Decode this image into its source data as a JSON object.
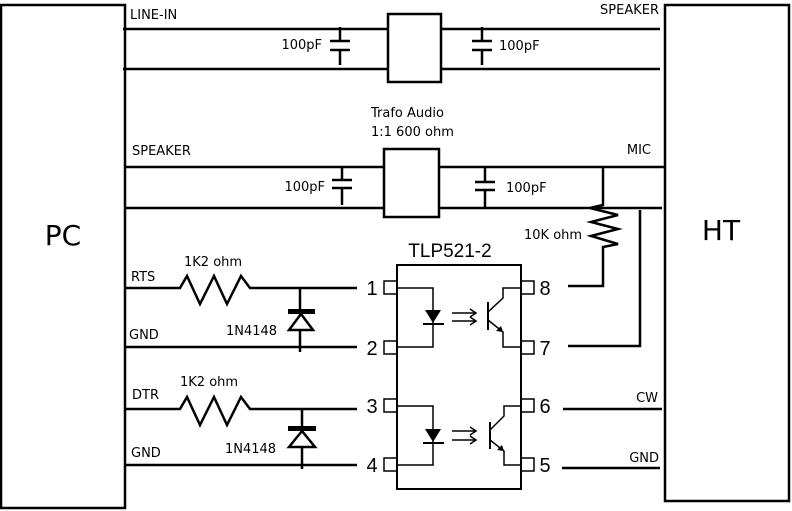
{
  "blocks": {
    "pc": "PC",
    "ht": "HT"
  },
  "signals": {
    "line_in": "LINE-IN",
    "speaker_top_right": "SPEAKER",
    "speaker_left": "SPEAKER",
    "mic": "MIC",
    "rts": "RTS",
    "gnd_1": "GND",
    "dtr": "DTR",
    "gnd_2": "GND",
    "cw": "CW",
    "gnd_ht": "GND"
  },
  "components": {
    "cap_1": "100pF",
    "cap_2": "100pF",
    "cap_3": "100pF",
    "cap_4": "100pF",
    "trafo_line1": "Trafo Audio",
    "trafo_line2": "1:1 600 ohm",
    "resistor_10k": "10K ohm",
    "resistor_rts": "1K2 ohm",
    "resistor_dtr": "1K2 ohm",
    "diode_1": "1N4148",
    "diode_2": "1N4148",
    "optocoupler": "TLP521-2"
  },
  "pins": [
    "1",
    "2",
    "3",
    "4",
    "5",
    "6",
    "7",
    "8"
  ]
}
